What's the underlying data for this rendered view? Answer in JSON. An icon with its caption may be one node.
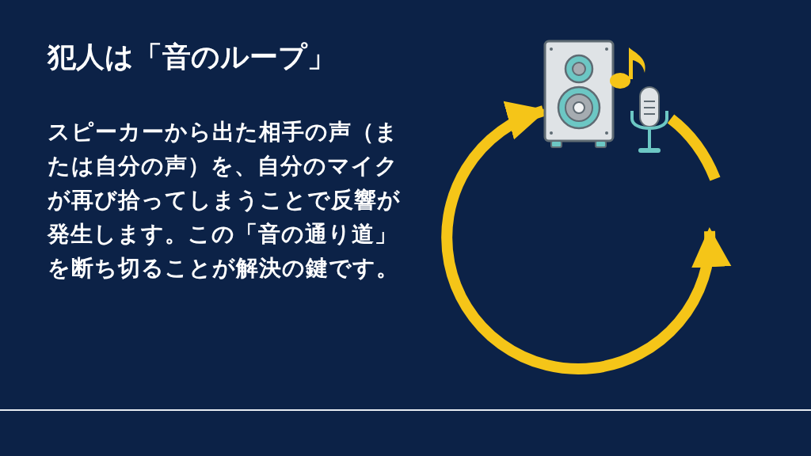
{
  "diagram": {
    "title": "犯人は「音のループ」",
    "nodes": [
      {
        "text": [],
        "shape": "speaker"
      },
      {
        "text": [],
        "shape": "microphone"
      }
    ],
    "edges": [
      {
        "from": null,
        "to": 0,
        "arrow": "both"
      },
      {
        "from": 1,
        "to": null,
        "arrow": "none"
      }
    ],
    "labels": [
      "スピーカーから出た相手の声（または自分の声）を、自分のマイクが再び拾ってしまうことで反響が発生します。この「音の通り道」を断ち切ることが解決の鍵です。"
    ]
  }
}
